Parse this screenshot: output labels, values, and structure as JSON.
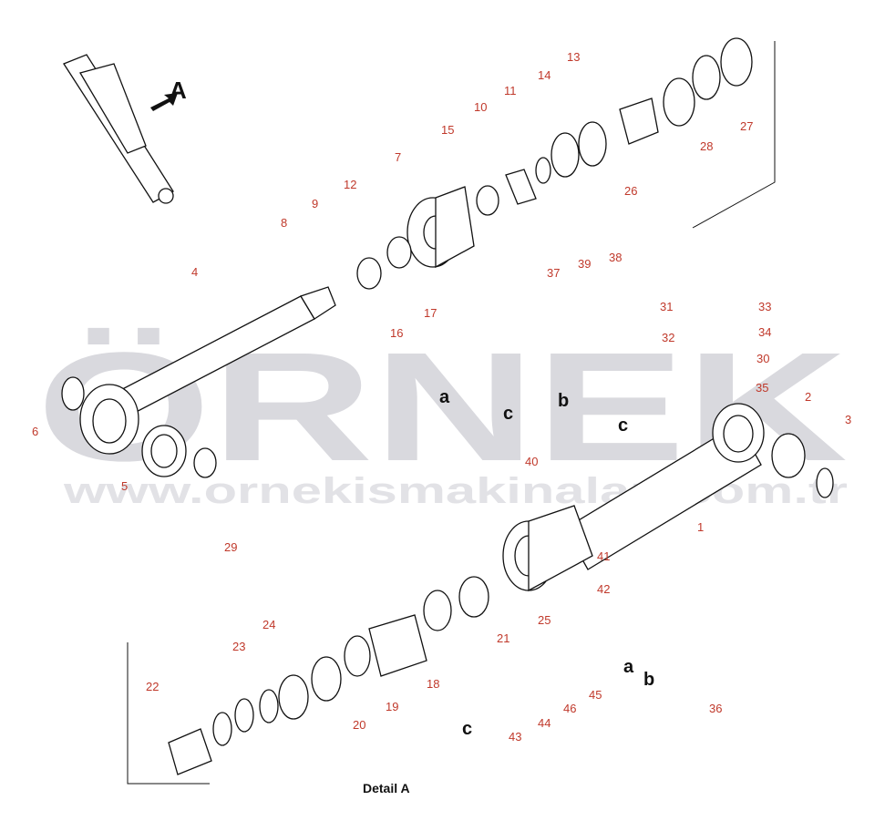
{
  "watermark": {
    "brand": "ÖRNEK",
    "url": "www.ornekismakinalari.com.tr"
  },
  "caption": "Detail A",
  "view_label": "A",
  "refs": {
    "a": "a",
    "b": "b",
    "c": "c"
  },
  "part_numbers": [
    "1",
    "2",
    "3",
    "4",
    "5",
    "6",
    "7",
    "8",
    "9",
    "10",
    "11",
    "12",
    "13",
    "14",
    "15",
    "16",
    "17",
    "18",
    "19",
    "20",
    "21",
    "22",
    "23",
    "24",
    "25",
    "26",
    "27",
    "28",
    "29",
    "30",
    "31",
    "32",
    "33",
    "34",
    "35",
    "36",
    "37",
    "38",
    "39",
    "40",
    "41",
    "42",
    "43",
    "44",
    "45",
    "46"
  ]
}
